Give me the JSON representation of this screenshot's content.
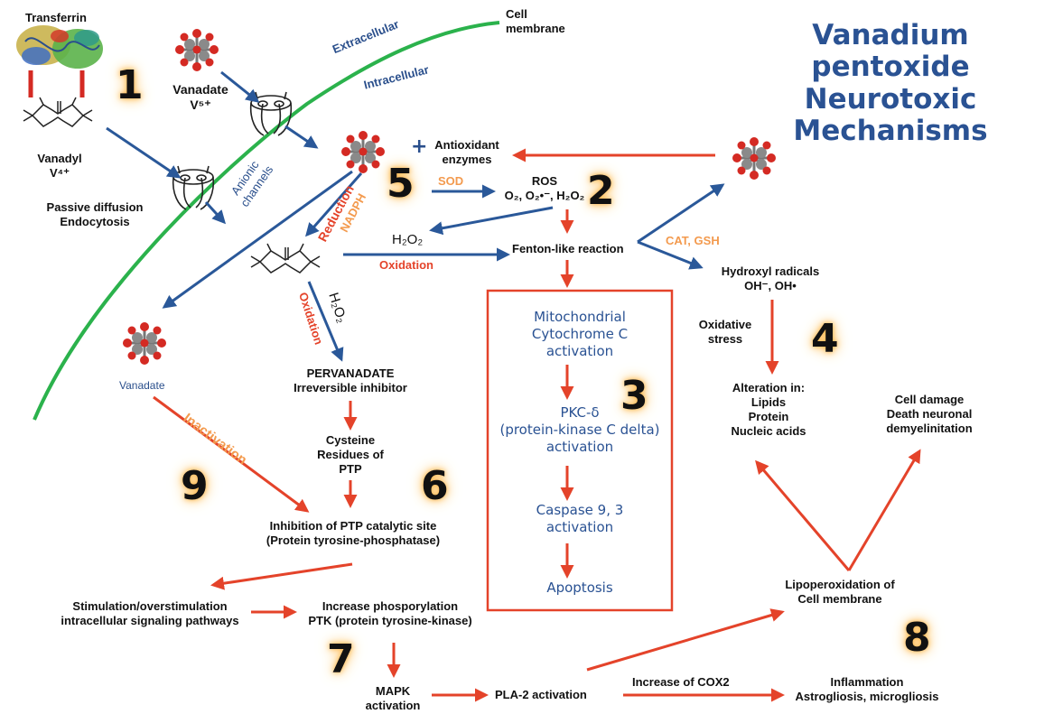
{
  "title": {
    "line1": "Vanadium pentoxide",
    "line2": "Neurotoxic",
    "line3": "Mechanisms"
  },
  "colors": {
    "title_blue": "#2a5293",
    "arrow_blue": "#2a5899",
    "arrow_red": "#e4432a",
    "membrane_green": "#2bb24c",
    "label_orange": "#f39a4e",
    "step_glow": "#ffb547"
  },
  "icons": {
    "molecule": "vanadate-cluster-icon",
    "chelate": "vanadyl-chelate-structure",
    "channel": "anionic-channel-icon",
    "protein": "transferrin-protein-icon"
  },
  "labels": {
    "transferrin": "Transferrin",
    "vanadyl": "Vanadyl",
    "vanadyl_ion": "V⁴⁺",
    "vanadate_top": "Vanadate",
    "vanadate_ion": "V⁵⁺",
    "extracellular": "Extracellular",
    "intracellular": "Intracellular",
    "cell_membrane_1": "Cell",
    "cell_membrane_2": "membrane",
    "anionic_channels_1": "Anionic",
    "anionic_channels_2": "channels",
    "passive_diffusion": "Passive diffusion",
    "endocytosis": "Endocytosis",
    "antioxidant_1": "Antioxidant",
    "antioxidant_2": "enzymes",
    "sod": "SOD",
    "ros": "ROS",
    "ros_species": "O₂, O₂•⁻, H₂O₂",
    "reduction": "Reduction",
    "nadph": "NADPH",
    "h2o2_left": "H₂O₂",
    "h2o2_vert": "H₂O₂",
    "fenton": "Fenton-like reaction",
    "oxidation_h": "Oxidation",
    "oxidation_v": "Oxidation",
    "cat_gsh": "CAT, GSH",
    "hydroxyl_1": "Hydroxyl radicals",
    "hydroxyl_2": "OH⁻, OH•",
    "oxidative_1": "Oxidative",
    "oxidative_2": "stress",
    "alteration_1": "Alteration in:",
    "alteration_2": "Lipids",
    "alteration_3": "Protein",
    "alteration_4": "Nucleic acids",
    "cell_damage_1": "Cell damage",
    "cell_damage_2": "Death neuronal",
    "cell_damage_3": "demyelinitation",
    "vanadate_low": "Vanadate",
    "inactivation": "Inactivation",
    "pervanadate_1": "PERVANADATE",
    "pervanadate_2": "Irreversible inhibitor",
    "cysteine_1": "Cysteine",
    "cysteine_2": "Residues of",
    "cysteine_3": "PTP",
    "inhibition_1": "Inhibition of PTP catalytic site",
    "inhibition_2": "(Protein tyrosine-phosphatase)",
    "stimulation_1": "Stimulation/overstimulation",
    "stimulation_2": "intracellular signaling pathways",
    "increase_1": "Increase phosporylation",
    "increase_2": "PTK (protein tyrosine-kinase)",
    "mapk_1": "MAPK",
    "mapk_2": "activation",
    "pla2": "PLA-2 activation",
    "cox2": "Increase of COX2",
    "lipo_1": "Lipoperoxidation of",
    "lipo_2": "Cell membrane",
    "inflam_1": "Inflammation",
    "inflam_2": "Astrogliosis, microgliosis"
  },
  "box": {
    "mito_1": "Mitochondrial",
    "mito_2": "Cytochrome C",
    "mito_3": "activation",
    "pkc_1": "PKC-δ",
    "pkc_2": "(protein-kinase C delta)",
    "pkc_3": "activation",
    "casp_1": "Caspase 9, 3",
    "casp_2": "activation",
    "apoptosis": "Apoptosis"
  },
  "steps": [
    "1",
    "2",
    "3",
    "4",
    "5",
    "6",
    "7",
    "8",
    "9"
  ]
}
